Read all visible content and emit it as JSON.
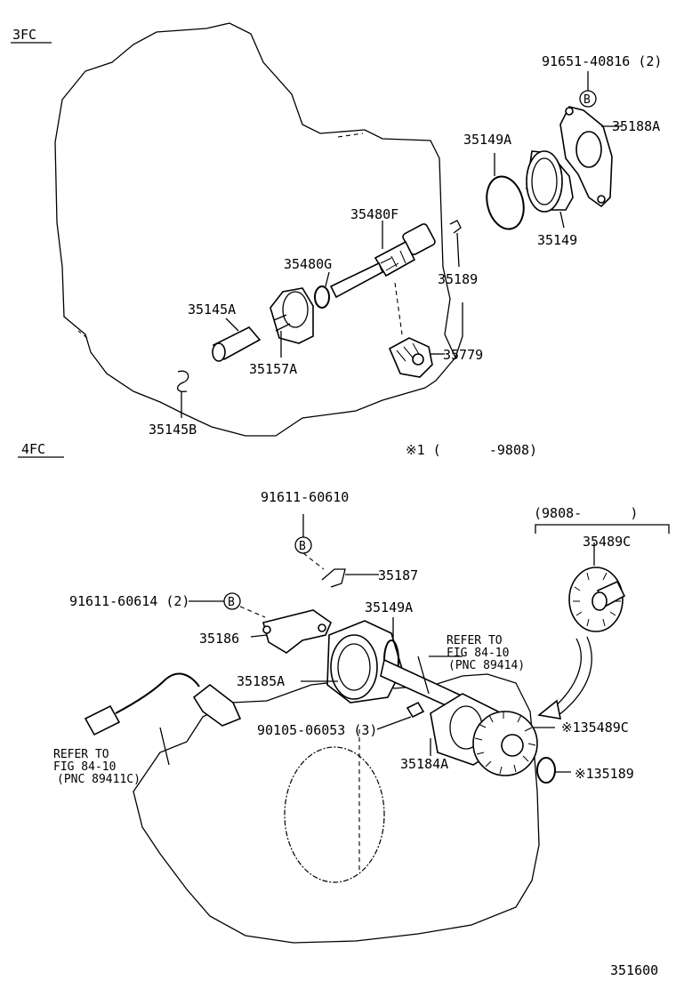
{
  "sections": {
    "top": "3FC",
    "bottom": "4FC"
  },
  "diagram_number": "351600",
  "top_parts": {
    "p1": "91651-40816 (2)",
    "p2": "35188A",
    "p3": "35149A",
    "p4": "35149",
    "p5": "35480F",
    "p6": "35189",
    "p7": "35480G",
    "p8": "35145A",
    "p9": "35157A",
    "p10": "35779",
    "p11": "35145B"
  },
  "bottom_parts": {
    "q1": "91611-60610",
    "q2": "35187",
    "q3": "91611-60614 (2)",
    "q4": "35149A",
    "q5": "35186",
    "q6": "35185A",
    "q7": "90105-06053 (3)",
    "q8": "35184A",
    "q9": "35489C",
    "q10": "※135489C",
    "q11": "※135189"
  },
  "notes": {
    "period_note": "※1 (      -9808)",
    "period_box": "(9808-      )",
    "ref_a_1": "REFER TO",
    "ref_a_2": "FIG 84-10",
    "ref_a_3": "(PNC 89414)",
    "ref_b_1": "REFER TO",
    "ref_b_2": "FIG 84-10",
    "ref_b_3": "(PNC 89411C)"
  },
  "bolt_marker": "B"
}
